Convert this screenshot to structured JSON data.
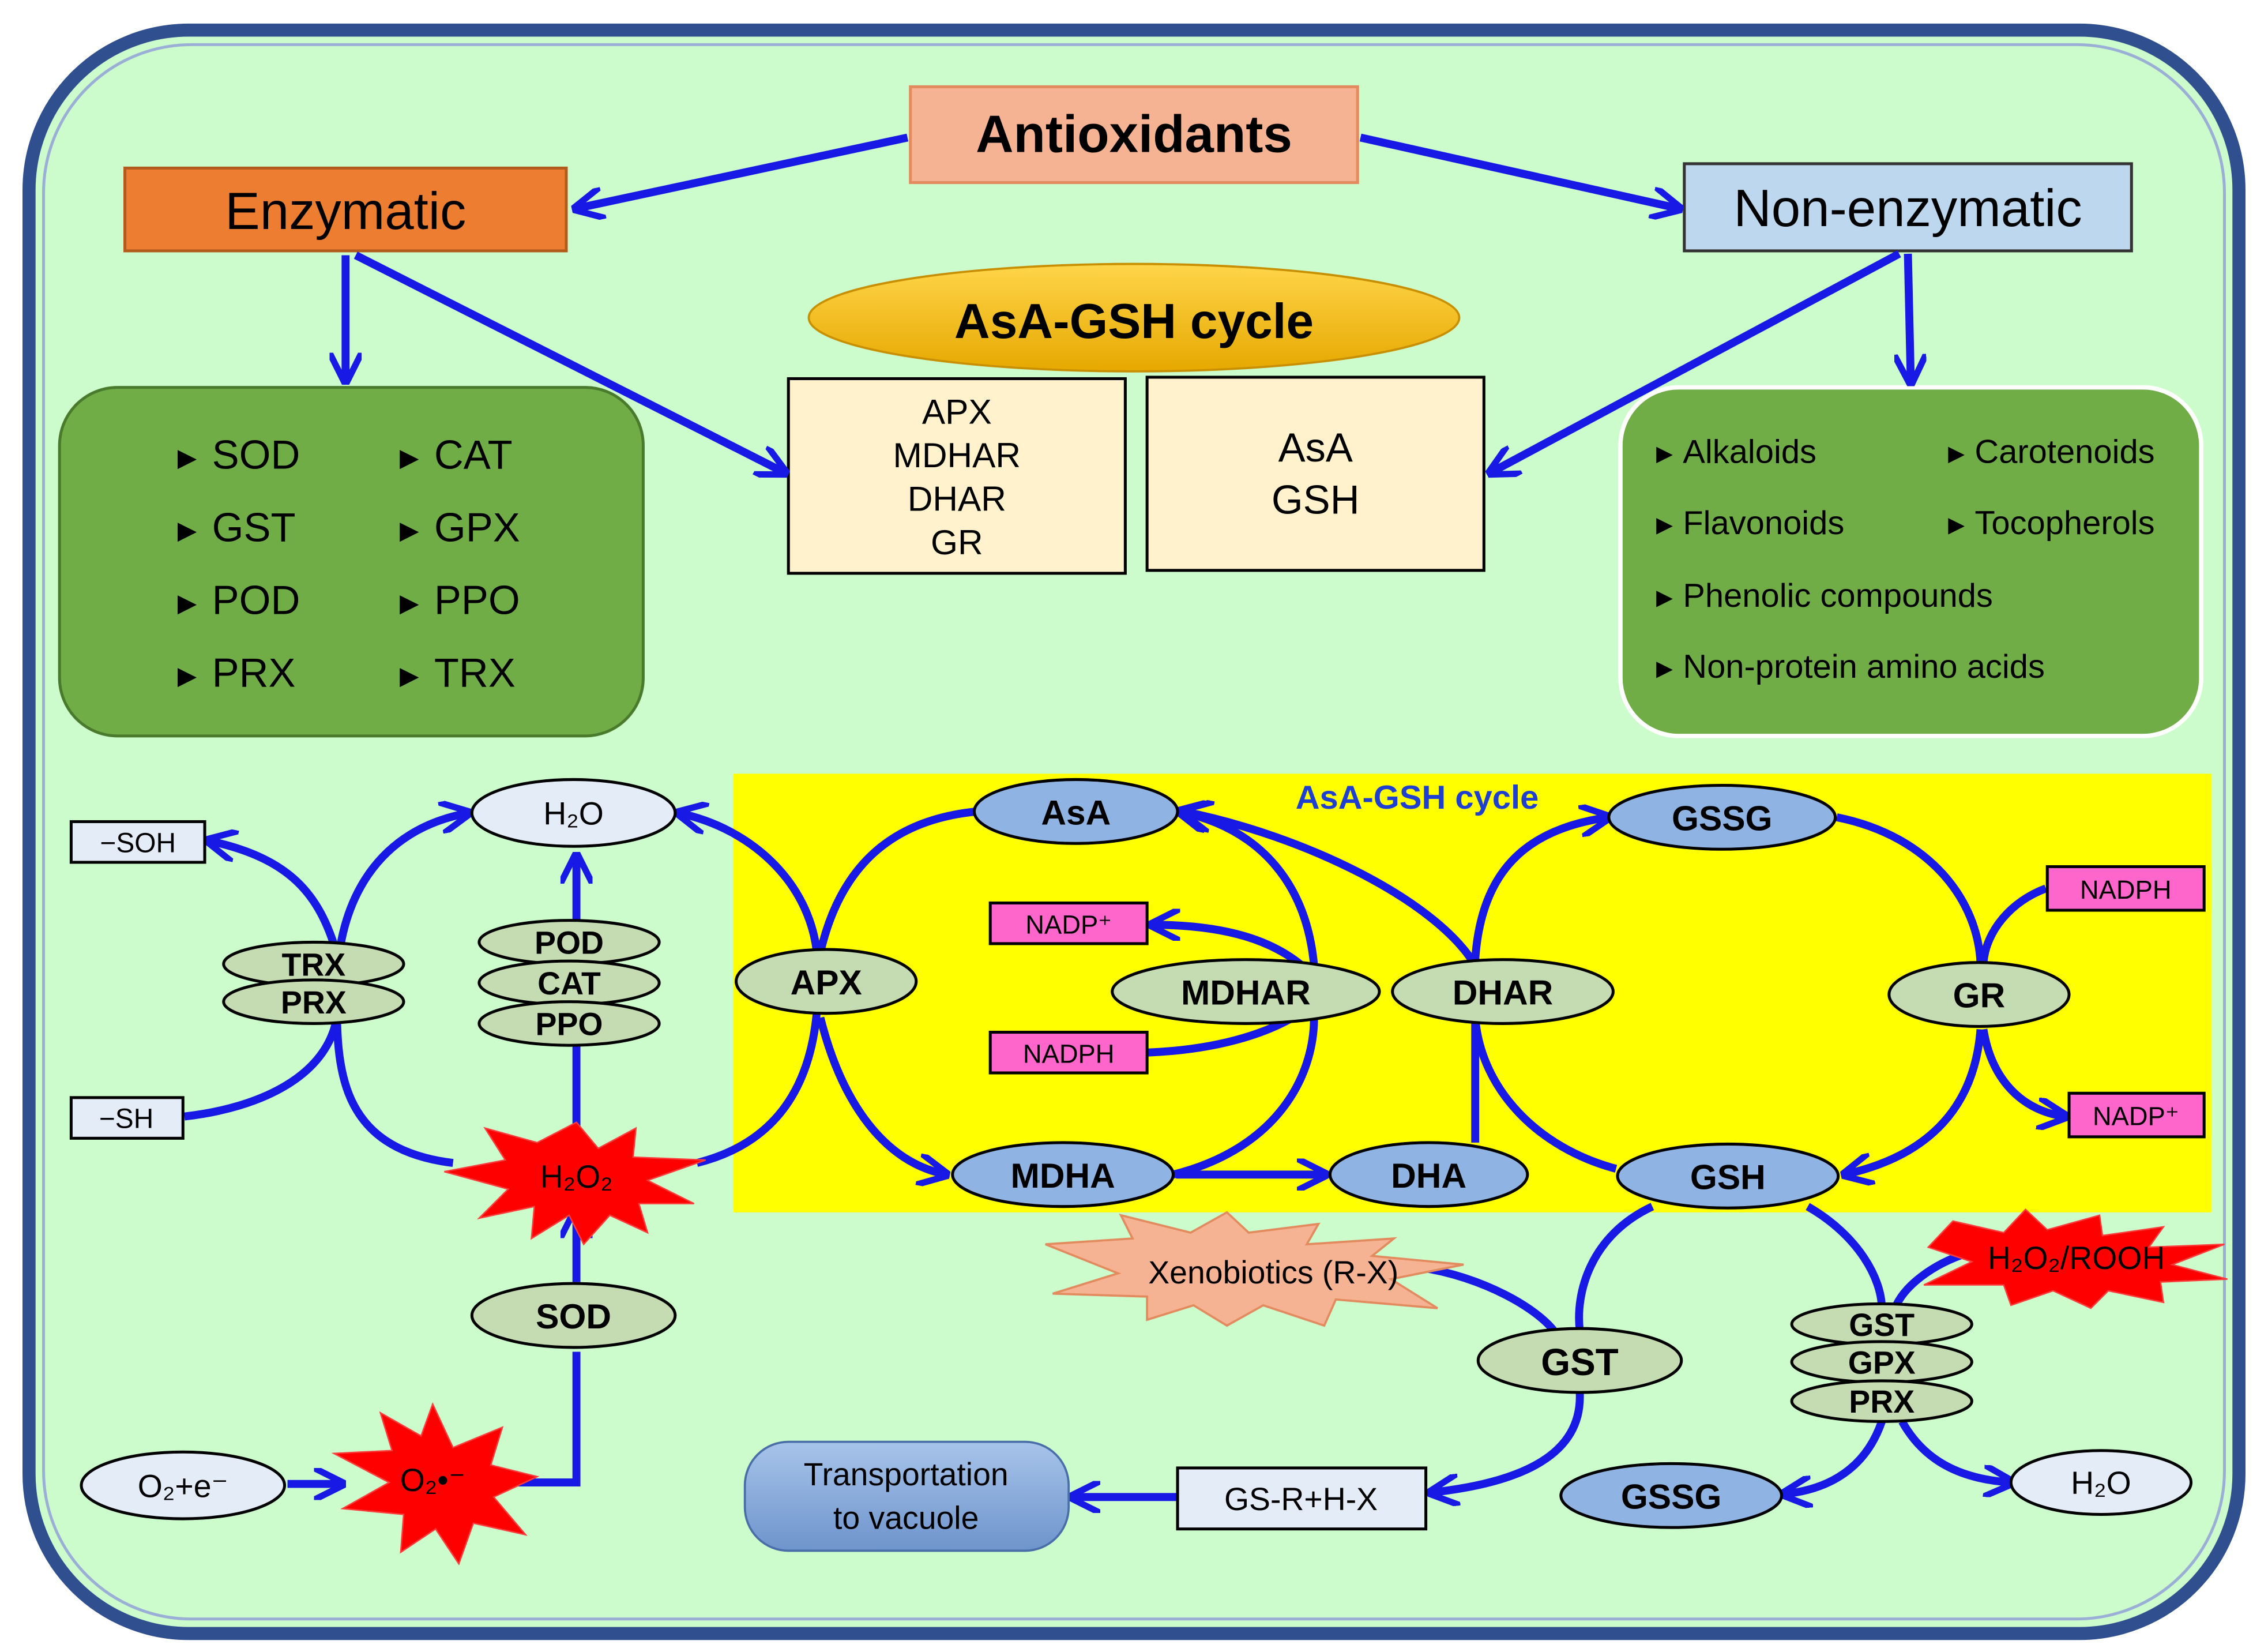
{
  "top": {
    "title": "Antioxidants",
    "enzymatic": "Enzymatic",
    "non_enzymatic": "Non-enzymatic",
    "cycle_banner": "AsA-GSH cycle"
  },
  "enzymes_box": {
    "col1": [
      "SOD",
      "GST",
      "POD",
      "PRX"
    ],
    "col2": [
      "CAT",
      "GPX",
      "PPO",
      "TRX"
    ]
  },
  "cycle_enzymes": [
    "APX",
    "MDHAR",
    "DHAR",
    "GR"
  ],
  "cycle_metabolites": [
    "AsA",
    "GSH"
  ],
  "non_enzymatic_box": {
    "row_pairs": [
      [
        "Alkaloids",
        "Carotenoids"
      ],
      [
        "Flavonoids",
        "Tocopherols"
      ]
    ],
    "rows": [
      "Phenolic compounds",
      "Non-protein amino acids"
    ]
  },
  "bullet": "►",
  "pathway": {
    "cycle_label": "AsA-GSH cycle",
    "h2o": "H₂O",
    "soh": "−SOH",
    "sh": "−SH",
    "trx": "TRX",
    "prx": "PRX",
    "pod": "POD",
    "cat": "CAT",
    "ppo": "PPO",
    "h2o2": "H₂O₂",
    "sod": "SOD",
    "o2e": "O₂+e⁻",
    "superoxide": "O₂•⁻",
    "apx": "APX",
    "asa": "AsA",
    "mdhar": "MDHAR",
    "nadp_plus": "NADP⁺",
    "nadph": "NADPH",
    "mdha": "MDHA",
    "dha": "DHA",
    "dhar": "DHAR",
    "gssg": "GSSG",
    "gr": "GR",
    "gsh": "GSH",
    "xenobiotics": "Xenobiotics (R-X)",
    "gst": "GST",
    "gsr": "GS-R+H-X",
    "transport": [
      "Transportation",
      "to vacuole"
    ],
    "h2o2_rooh": "H₂O₂/ROOH",
    "gst_stack": "GST",
    "gpx_stack": "GPX",
    "prx_stack": "PRX",
    "gssg_bottom": "GSSG",
    "h2o_bottom": "H₂O"
  },
  "colors": {
    "background": "#ccfccc",
    "border": "#2f4f8f",
    "antioxidants_box": "#f6b393",
    "enzymatic_box": "#ed7d31",
    "non_enzymatic_box": "#bdd7ee",
    "green_panel": "#70ad47",
    "cycle_box": "#fff2cc",
    "yellow_panel": "#ffff00",
    "arrow": "#1919e6",
    "enzyme_ellipse": "#c5dcb2",
    "metabolite_ellipse": "#8fb4e3",
    "nadp_box": "#ff66cc",
    "ros_star": "#ff0000"
  }
}
